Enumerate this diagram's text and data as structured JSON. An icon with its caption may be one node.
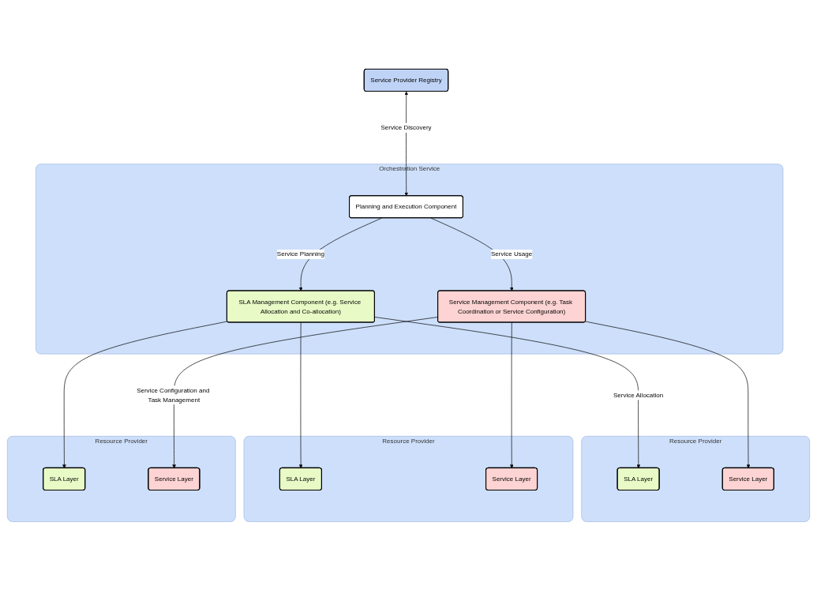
{
  "diagram": {
    "nodes": [
      {
        "text": [
          "Service Provider Registry"
        ]
      },
      {
        "text": [
          "Orchestration Service"
        ]
      },
      {
        "text": [
          "Planning and Execution Component"
        ],
        "in": 1
      },
      {
        "text": [
          "SLA Management Component (e.g. Service Allocation and Co-allocation)"
        ],
        "in": 1
      },
      {
        "text": [
          "Service Management Component (e.g. Task Coordination or Service Configuration)"
        ],
        "in": 1
      },
      {
        "text": [
          "Resource Provider"
        ]
      },
      {
        "text": [
          "SLA Layer"
        ],
        "in": 5
      },
      {
        "text": [
          "Service Layer"
        ],
        "in": 5
      },
      {
        "text": [
          "Resource Provider"
        ]
      },
      {
        "text": [
          "SLA Layer"
        ],
        "in": 8
      },
      {
        "text": [
          "Service Layer"
        ],
        "in": 8
      },
      {
        "text": [
          "Resource Provider"
        ]
      },
      {
        "text": [
          "SLA Layer"
        ],
        "in": 11
      },
      {
        "text": [
          "Service Layer"
        ],
        "in": 11
      }
    ],
    "edges": [
      {
        "from": 0,
        "to": 2,
        "arrow": "both",
        "label": "Service Discovery"
      },
      {
        "from": 2,
        "to": 3,
        "arrow": "to",
        "label": "Service Planning"
      },
      {
        "from": 2,
        "to": 4,
        "arrow": "to",
        "label": "Service Usage"
      },
      {
        "from": 3,
        "to": 6,
        "arrow": "to",
        "label": "Service Allocation"
      },
      {
        "from": 3,
        "to": 9,
        "arrow": "to"
      },
      {
        "from": 3,
        "to": 12,
        "arrow": "to"
      },
      {
        "from": 4,
        "to": 7,
        "arrow": "to"
      },
      {
        "from": 4,
        "to": 10,
        "arrow": "to"
      },
      {
        "from": 4,
        "to": 13,
        "arrow": "to",
        "label": "Service Configuration and Task Management"
      }
    ]
  }
}
